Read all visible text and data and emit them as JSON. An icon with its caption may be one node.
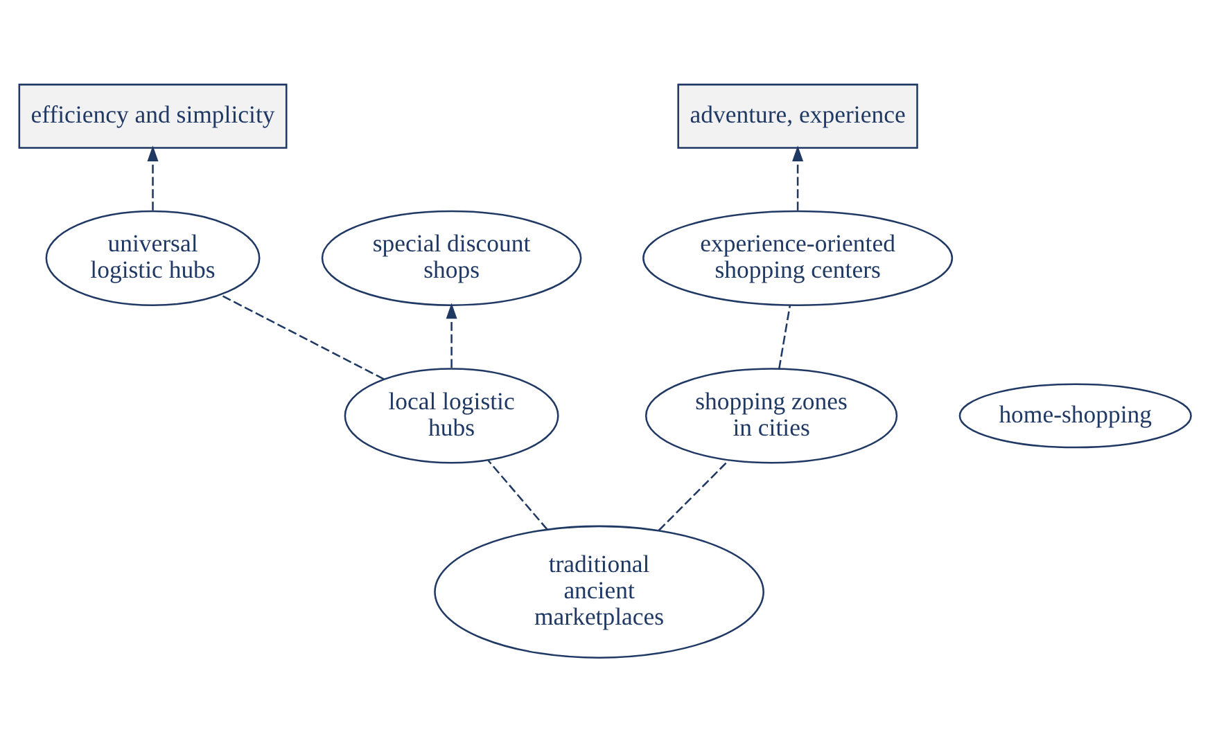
{
  "diagram": {
    "nodes": [
      {
        "text": [
          "efficiency and simplicity"
        ]
      },
      {
        "text": [
          "adventure, experience"
        ]
      },
      {
        "text": [
          "universal logistic hubs"
        ]
      },
      {
        "text": [
          "special discount shops"
        ]
      },
      {
        "text": [
          "experience-oriented shopping centers"
        ]
      },
      {
        "text": [
          "home-shopping"
        ]
      },
      {
        "text": [
          "local logistic hubs"
        ]
      },
      {
        "text": [
          "shopping zones in cities"
        ]
      },
      {
        "text": [
          "traditional ancient marketplaces"
        ]
      }
    ],
    "edges": [
      {
        "from": 2,
        "to": 0,
        "arrow": "to",
        "style": "dashed"
      },
      {
        "from": 4,
        "to": 1,
        "arrow": "to",
        "style": "dashed"
      },
      {
        "from": 6,
        "to": 2,
        "arrow": "none",
        "style": "dashed"
      },
      {
        "from": 6,
        "to": 3,
        "arrow": "to",
        "style": "dashed"
      },
      {
        "from": 7,
        "to": 4,
        "arrow": "none",
        "style": "dashed"
      },
      {
        "from": 8,
        "to": 6,
        "arrow": "none",
        "style": "dashed"
      },
      {
        "from": 8,
        "to": 7,
        "arrow": "none",
        "style": "dashed"
      }
    ]
  }
}
